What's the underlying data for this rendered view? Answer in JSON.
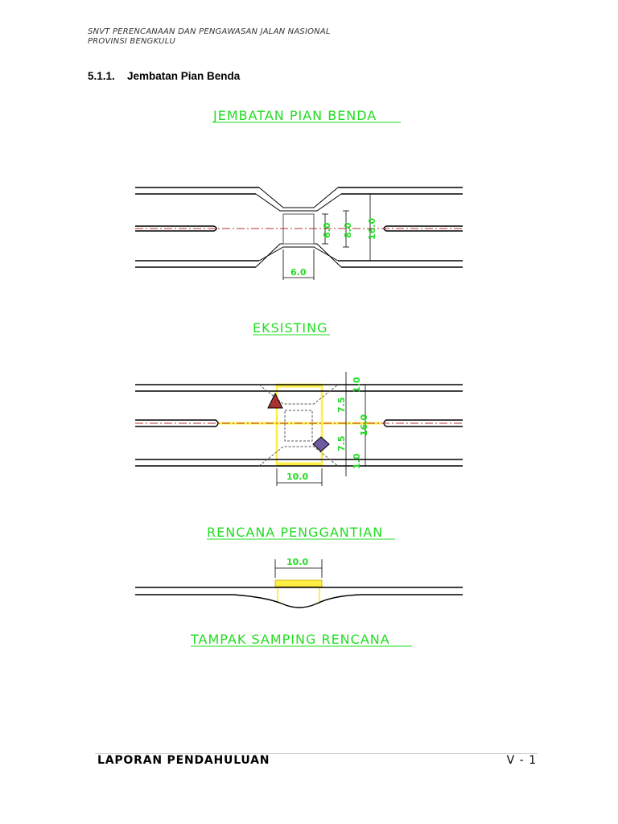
{
  "header": {
    "line1": "SNVT PERENCANAAN DAN PENGAWASAN JALAN NASIONAL",
    "line2": "PROVINSI BENGKULU"
  },
  "section": {
    "number": "5.1.1.",
    "title": "Jembatan Pian Benda"
  },
  "drawing": {
    "colors": {
      "label_green": "#22dd22",
      "dimension_green": "#22dd22",
      "highlight_yellow": "#ffee44",
      "centerline_red": "#b03030",
      "triangle_marker": "#a83232",
      "diamond_marker": "#6e5aa0",
      "line_black": "#000000",
      "dashed_gray": "#555555"
    },
    "title_top": "JEMBATAN PIAN BENDA",
    "existing": {
      "dim_6_0_v": "6.0",
      "dim_8_0_v": "8.0",
      "dim_16_0_v": "16.0",
      "dim_6_0_h": "6.0"
    },
    "label_existing": "EKSISTING",
    "plan": {
      "dim_1_0_top": "1.0",
      "dim_7_5_top": "7.5",
      "dim_16_0": "16.0",
      "dim_7_5_bottom": "7.5",
      "dim_1_0_bottom": "1.0",
      "dim_10_0": "10.0"
    },
    "label_plan": "RENCANA PENGGANTIAN",
    "side": {
      "dim_10_0": "10.0"
    },
    "label_side": "TAMPAK SAMPING RENCANA"
  },
  "footer": {
    "title": "LAPORAN PENDAHULUAN",
    "page": "V - 1"
  }
}
